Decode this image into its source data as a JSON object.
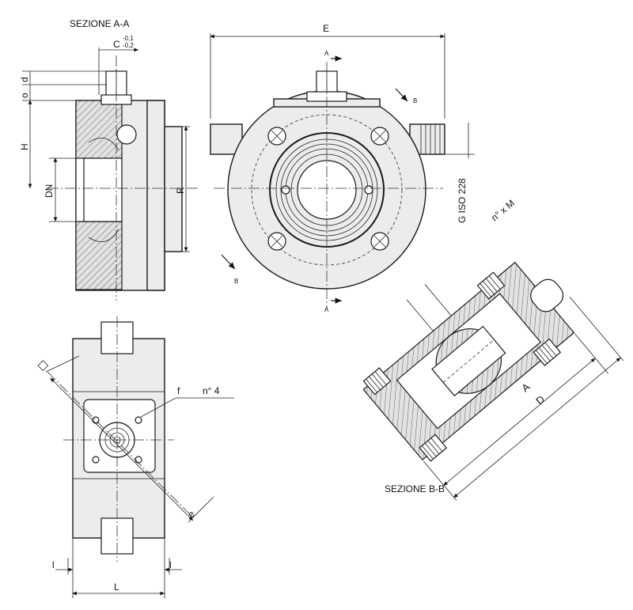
{
  "sections": {
    "aa": "SEZIONE    A-A",
    "bb": "SEZIONE    B-B"
  },
  "dims": {
    "C": "C",
    "C_tol_upper": "-0,1",
    "C_tol_lower": "-0,2",
    "d": "d",
    "o": "o",
    "H": "H",
    "DN": "DN",
    "R": "R",
    "E": "E",
    "thread": "G  ISO  228",
    "nxM": "n° x M",
    "A": "A",
    "D": "D",
    "f": "f",
    "n4": "n° 4",
    "e": "e",
    "l_left": "l",
    "l_right": "l",
    "L": "L"
  },
  "section_marks": {
    "a_top": "A",
    "a_bottom": "A",
    "b_right": "B",
    "b_left": "B"
  }
}
